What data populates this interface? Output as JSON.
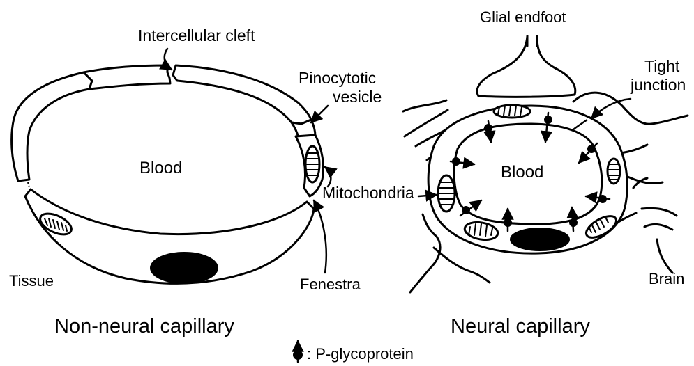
{
  "left_panel": {
    "labels": {
      "intercellular_cleft": "Intercellular cleft",
      "pinocytotic_vesicle_line1": "Pinocytotic",
      "pinocytotic_vesicle_line2": "vesicle",
      "blood": "Blood",
      "tissue": "Tissue",
      "fenestra": "Fenestra"
    },
    "caption": "Non-neural capillary"
  },
  "right_panel": {
    "labels": {
      "glial_endfoot": "Glial endfoot",
      "tight_junction_line1": "Tight",
      "tight_junction_line2": "junction",
      "blood": "Blood",
      "brain": "Brain"
    },
    "caption": "Neural capillary"
  },
  "shared_labels": {
    "mitochondria": "Mitochondria"
  },
  "legend": {
    "symbol": "p-glycoprotein-icon",
    "text": ": P-glycoprotein"
  }
}
